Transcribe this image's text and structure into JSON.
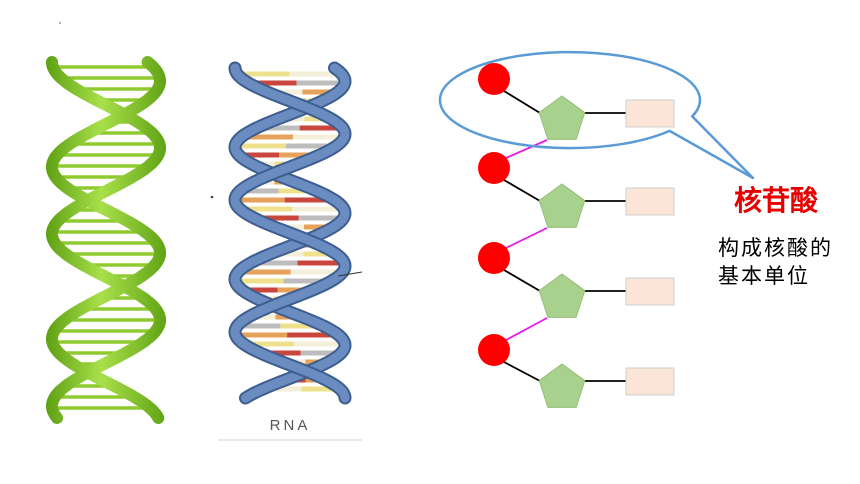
{
  "dna_image": {
    "icon": "dna-double-helix-icon",
    "strand_color_light": "#A8E04A",
    "strand_color_dark": "#5C9F12",
    "rung_color": "#8FCB2E"
  },
  "rna_image": {
    "icon": "rna-helix-icon",
    "label": "RNA",
    "backbone_color": "#6A8CC0",
    "backbone_edge_color": "#3D5E8E",
    "base_colors": [
      "#EEE08C",
      "#C9463D",
      "#F3EFD8",
      "#BDBDBD",
      "#E6A25A"
    ]
  },
  "nucleotide_chain": {
    "phosphate_icon": "red-circle-icon",
    "sugar_icon": "green-pentagon-icon",
    "base_icon": "rectangle-icon",
    "phosphate_color": "#FF0000",
    "sugar_color": "#A9D18E",
    "sugar_outline_color": "#93BE78",
    "base_color": "#FBE5D6",
    "base_outline_color": "#CFCFCF",
    "bond_color": "#000000",
    "link_color": "#E81CE8",
    "callout_outline_color": "#5B9BD5"
  },
  "callout": {
    "title": "核苷酸",
    "title_color": "#E60000",
    "description_lines": [
      "构成核酸的",
      "基本单位"
    ]
  }
}
